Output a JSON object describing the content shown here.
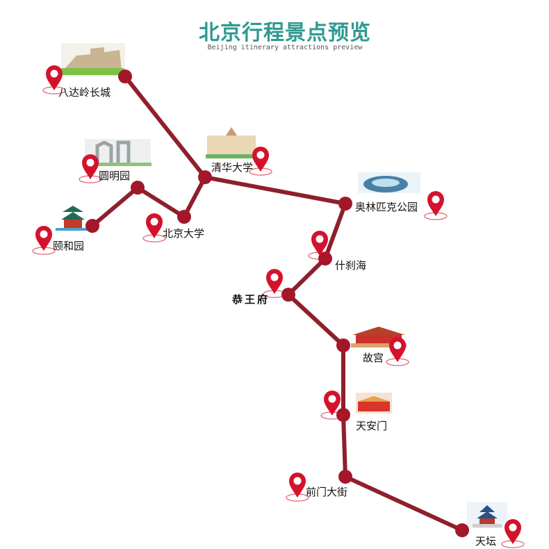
{
  "header": {
    "title": "北京行程景点预览",
    "subtitle": "Beijing itinerary attractions preview"
  },
  "colors": {
    "title": "#2e9a92",
    "route": "#8e1f2c",
    "node": "#a3172a",
    "pin": "#d4122c"
  },
  "attractions": [
    {
      "id": "badaling",
      "name": "八达岭长城",
      "icon": "great-wall-image"
    },
    {
      "id": "qinghua",
      "name": "清华大学",
      "icon": "tsinghua-building-image"
    },
    {
      "id": "yuanmingyuan",
      "name": "圆明园",
      "icon": "ruins-image"
    },
    {
      "id": "yiheyuan",
      "name": "颐和园",
      "icon": "pavilion-image"
    },
    {
      "id": "beida",
      "name": "北京大学",
      "icon": "map-pin-icon"
    },
    {
      "id": "olympic",
      "name": "奥林匹克公园",
      "icon": "birds-nest-image"
    },
    {
      "id": "shichahai",
      "name": "什刹海",
      "icon": "map-pin-icon"
    },
    {
      "id": "gongwangfu",
      "name": "恭王府",
      "icon": "map-pin-icon"
    },
    {
      "id": "gugong",
      "name": "故宫",
      "icon": "forbidden-city-image"
    },
    {
      "id": "tiananmen",
      "name": "天安门",
      "icon": "tiananmen-image"
    },
    {
      "id": "qianmen",
      "name": "前门大街",
      "icon": "map-pin-icon"
    },
    {
      "id": "tiantan",
      "name": "天坛",
      "icon": "temple-of-heaven-image"
    }
  ]
}
